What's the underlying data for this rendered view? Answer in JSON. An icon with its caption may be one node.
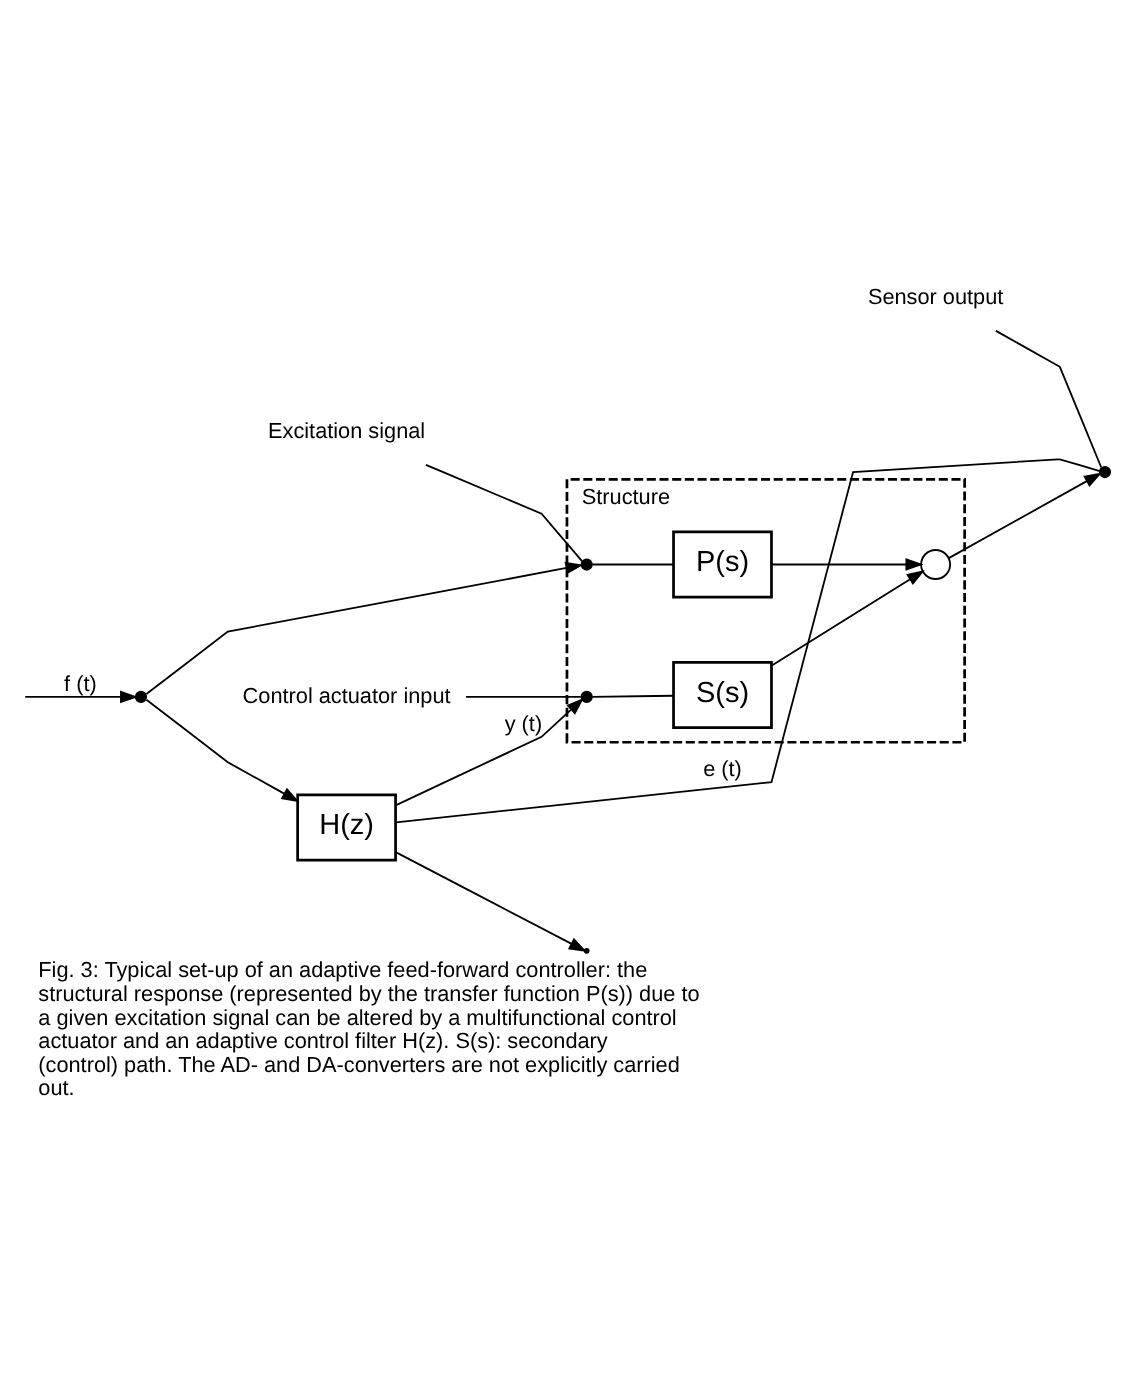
{
  "diagram": {
    "caption": "Fig. 3: Typical set-up of an adaptive feed-forward controller: the structural response (represented by the transfer function P(s)) due to a given excitation signal can be altered by a multifunctional control actuator and an adaptive control filter H(z). S(s): secondary (control) path. The AD- and DA-converters are not explicitly carried out.",
    "nodes": [
      {
        "text": [
          "Structure"
        ]
      },
      {
        "text": [],
        "shape": "circle"
      },
      {
        "text": [
          "H(z)"
        ]
      },
      {
        "text": [],
        "shape": "circle",
        "in": 0
      },
      {
        "text": [
          "P(s)"
        ],
        "in": 0
      },
      {
        "text": [],
        "shape": "circle",
        "in": 0
      },
      {
        "text": [
          "S(s)"
        ],
        "in": 0
      },
      {
        "text": [],
        "shape": "circle",
        "in": 0
      },
      {
        "text": [],
        "shape": "circle"
      },
      {
        "text": [
          "Excitation signal"
        ]
      },
      {
        "text": [
          "Control actuator input"
        ]
      },
      {
        "text": [
          "Sensor output"
        ]
      }
    ],
    "edges": [
      {
        "from": null,
        "to": 1,
        "arrow": "to",
        "label": "f (t)"
      },
      {
        "from": 1,
        "to": 3,
        "arrow": "to"
      },
      {
        "from": 1,
        "to": 2,
        "arrow": "to"
      },
      {
        "from": 2,
        "to": 5,
        "arrow": "to",
        "label": "y (t)"
      },
      {
        "from": 3,
        "to": 4,
        "arrow": "none"
      },
      {
        "from": 5,
        "to": 6,
        "arrow": "none"
      },
      {
        "from": 4,
        "to": 7,
        "arrow": "to"
      },
      {
        "from": 6,
        "to": 7,
        "arrow": "to"
      },
      {
        "from": 7,
        "to": 8,
        "arrow": "to"
      },
      {
        "from": 8,
        "to": 2,
        "arrow": "none",
        "label": "e (t)"
      },
      {
        "from": 2,
        "to": null,
        "arrow": "to"
      },
      {
        "from": 9,
        "to": 3,
        "arrow": "none"
      },
      {
        "from": 10,
        "to": 5,
        "arrow": "none"
      },
      {
        "from": 11,
        "to": 8,
        "arrow": "none"
      }
    ]
  }
}
